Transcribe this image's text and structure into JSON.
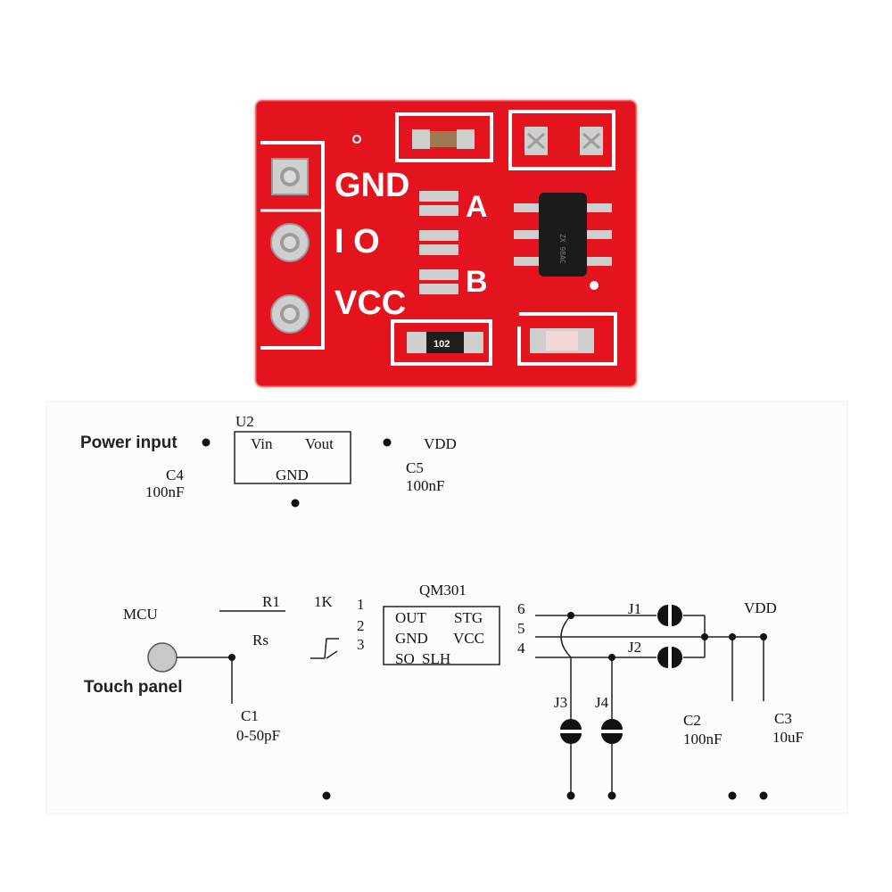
{
  "board": {
    "silk_gnd": "GND",
    "silk_io": "I O",
    "silk_vcc": "VCC",
    "silk_a": "A",
    "silk_b": "B",
    "resistor_code": "102",
    "chip_marking": "ZX 98AC",
    "colors": {
      "pcb": "#e3141d",
      "silk": "#ffffff",
      "pad": "#c8c8c8",
      "chip": "#1b1b1b"
    }
  },
  "schematic": {
    "power_input": "Power input",
    "u2_ref": "U2",
    "u2_vin": "Vin",
    "u2_vout": "Vout",
    "u2_gnd": "GND",
    "vdd_top": "VDD",
    "c4_ref": "C4",
    "c4_val": "100nF",
    "c5_ref": "C5",
    "c5_val": "100nF",
    "qm_ref": "QM301",
    "qm_out": "OUT",
    "qm_stg": "STG",
    "qm_gnd": "GND",
    "qm_vcc": "VCC",
    "qm_so": "SO",
    "qm_slh": "SLH",
    "pin_1": "1",
    "pin_2": "2",
    "pin_3": "3",
    "pin_4": "4",
    "pin_5": "5",
    "pin_6": "6",
    "mcu": "MCU",
    "r1_ref": "R1",
    "r1_val": "1K",
    "rs_ref": "Rs",
    "touch_panel": "Touch panel",
    "c1_ref": "C1",
    "c1_val": "0-50pF",
    "j1": "J1",
    "j2": "J2",
    "j3": "J3",
    "j4": "J4",
    "vdd_right": "VDD",
    "c2_ref": "C2",
    "c2_val": "100nF",
    "c3_ref": "C3",
    "c3_val": "10uF"
  }
}
